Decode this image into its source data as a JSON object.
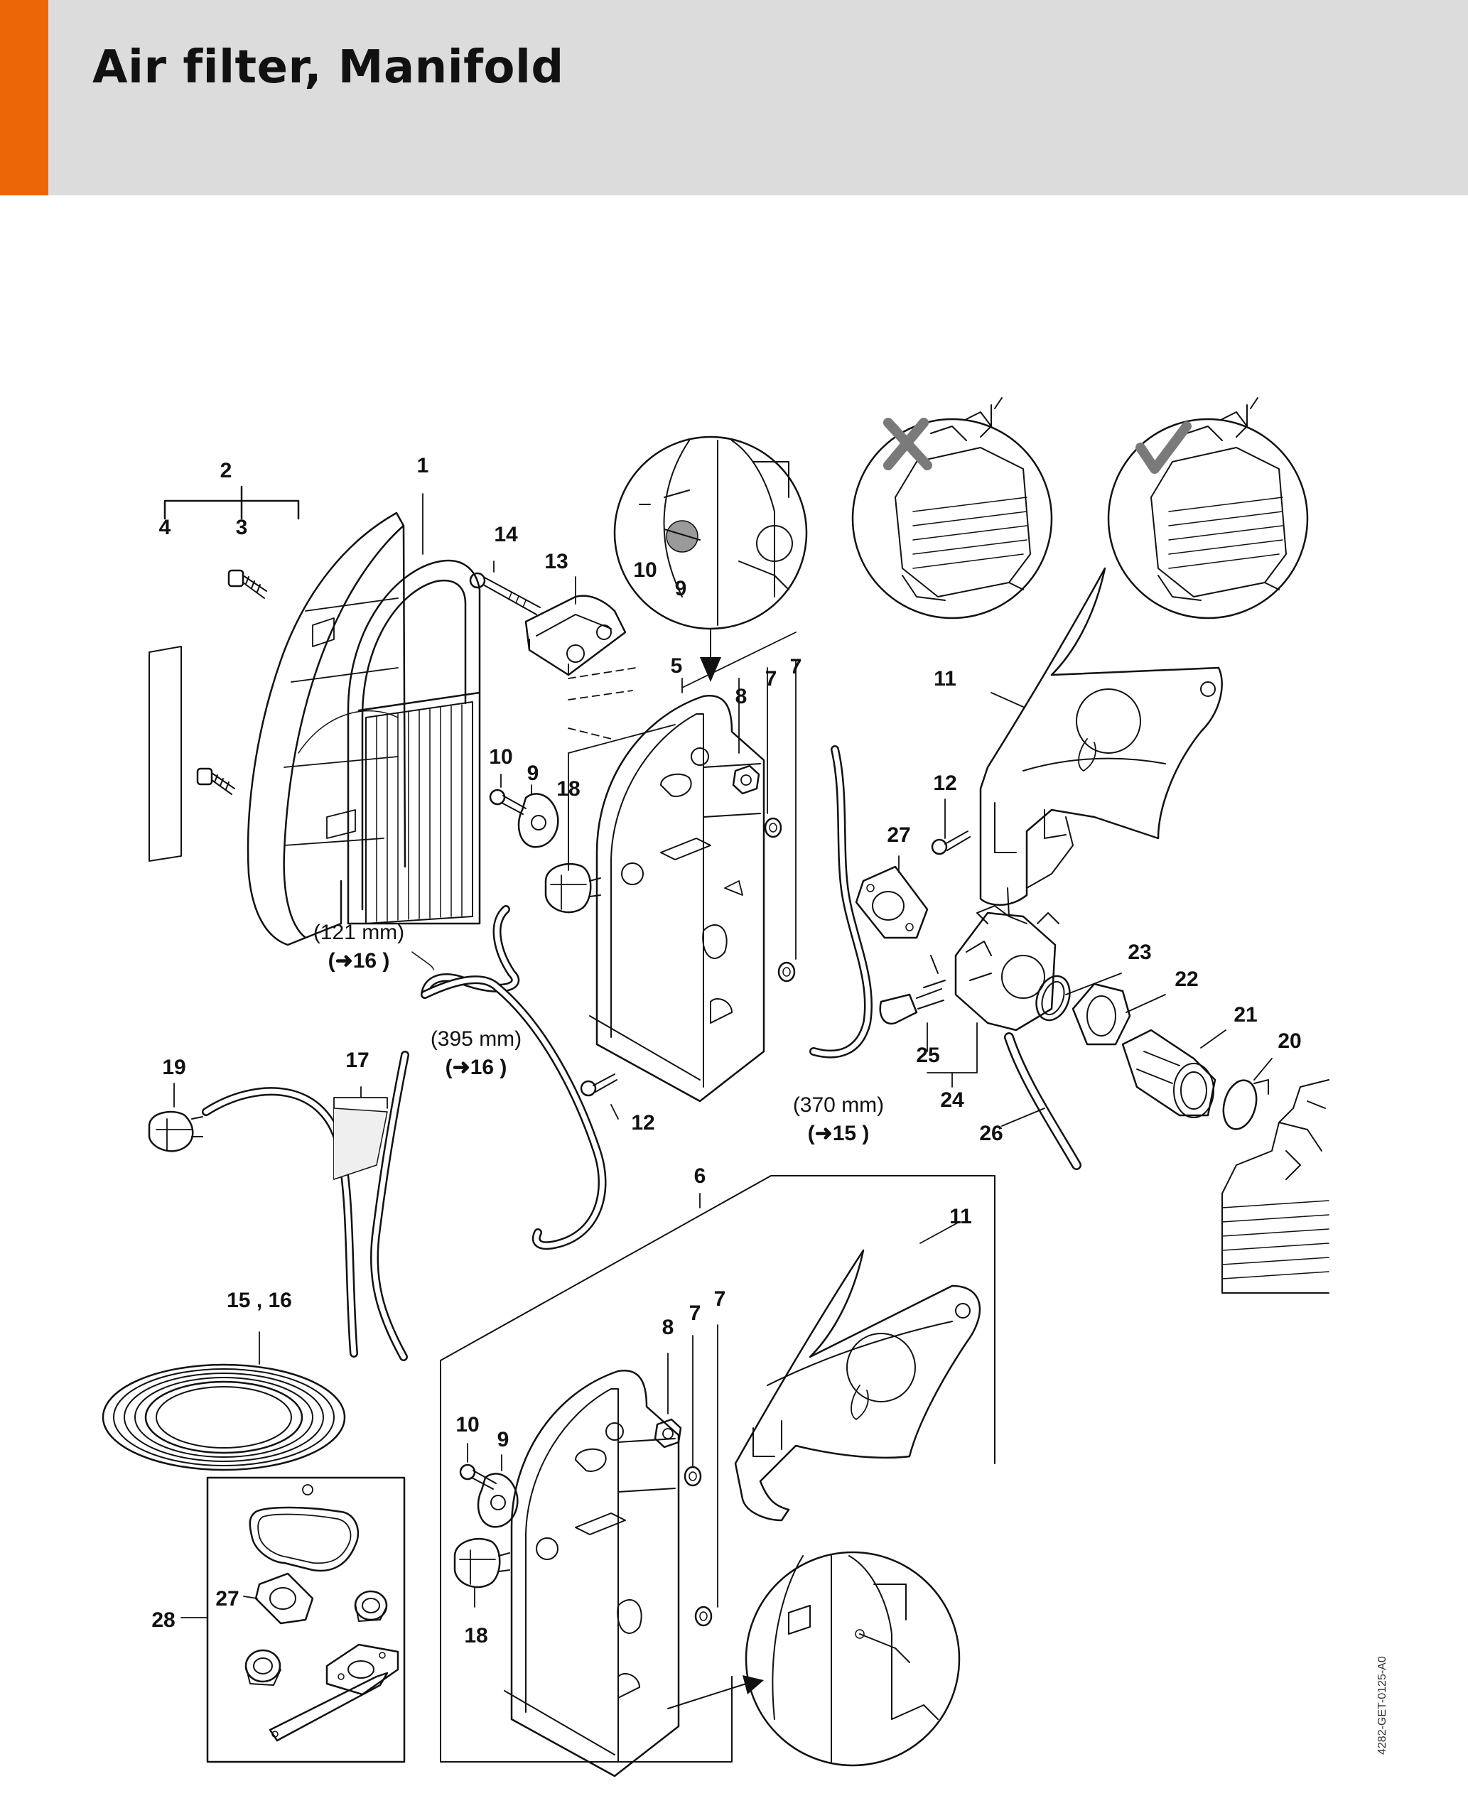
{
  "header": {
    "title": "Air filter, Manifold",
    "accent_color": "#ec6608",
    "band_color": "#dcdcdc"
  },
  "callouts": {
    "c1": "1",
    "c2": "2",
    "c3": "3",
    "c4": "4",
    "c5": "5",
    "c6": "6",
    "c7a": "7",
    "c7b": "7",
    "c7c": "7",
    "c7d": "7",
    "c8a": "8",
    "c8b": "8",
    "c9a": "9",
    "c9b": "9",
    "c9c": "9",
    "c10a": "10",
    "c10b": "10",
    "c10c": "10",
    "c11a": "11",
    "c11b": "11",
    "c12a": "12",
    "c12b": "12",
    "c13": "13",
    "c14": "14",
    "c15_16": "15 , 16",
    "c17": "17",
    "c18a": "18",
    "c18b": "18",
    "c19": "19",
    "c20": "20",
    "c21": "21",
    "c22": "22",
    "c23": "23",
    "c24": "24",
    "c25": "25",
    "c26": "26",
    "c27a": "27",
    "c27b": "27",
    "c28": "28"
  },
  "hose_notes": {
    "h121_len": "(121 mm)",
    "h121_ref": "(➜16 )",
    "h395_len": "(395 mm)",
    "h395_ref": "(➜16 )",
    "h370_len": "(370 mm)",
    "h370_ref": "(➜15 )"
  },
  "drawing_code": "4282-GET-0125-A0",
  "icons": {
    "wrong_mark": "x-mark-icon",
    "right_mark": "check-mark-icon"
  }
}
